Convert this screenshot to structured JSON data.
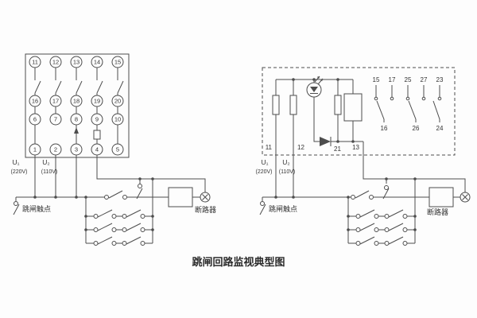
{
  "title": "跳闸回路监视典型图",
  "relay_block": {
    "row1": [
      "11",
      "12",
      "13",
      "14",
      "15"
    ],
    "row2": [
      "16",
      "17",
      "18",
      "19",
      "20"
    ],
    "row3": [
      "6",
      "7",
      "8",
      "9",
      "10"
    ],
    "row4": [
      "1",
      "2",
      "3",
      "4",
      "5"
    ]
  },
  "internal_schematic": {
    "terminal_11": "11",
    "terminal_12": "12",
    "terminal_21": "21",
    "terminal_13": "13",
    "contacts_top": [
      "15",
      "17",
      "25",
      "27",
      "23"
    ],
    "contacts_common": [
      "16",
      "26",
      "24"
    ]
  },
  "labels": {
    "u1": "U₁",
    "u1_voltage": "(220V)",
    "u2": "U₂",
    "u2_voltage": "(110V)",
    "trip_contact": "跳闸触点",
    "circuit_breaker": "断路器"
  },
  "colors": {
    "line": "#4d4d4d",
    "text": "#333333",
    "background": "#fdfdfd"
  }
}
